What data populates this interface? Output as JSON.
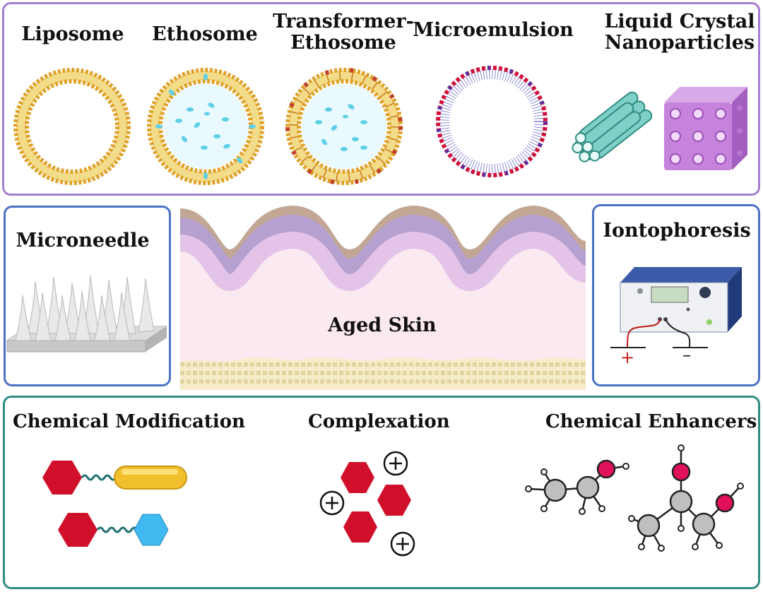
{
  "carriers": {
    "liposome": "Liposome",
    "ethosome": "Ethosome",
    "transformer_ethosome_line1": "Transformer-",
    "transformer_ethosome_line2": "Ethosome",
    "microemulsion": "Microemulsion",
    "lcn_line1": "Liquid Crystal",
    "lcn_line2": "Nanoparticles"
  },
  "physical": {
    "microneedle": "Microneedle",
    "skin": "Aged Skin",
    "iontophoresis": "Iontophoresis",
    "plus_sign": "+",
    "minus_sign": "–"
  },
  "chemical": {
    "modification": "Chemical Modification",
    "complexation": "Complexation",
    "enhancers": "Chemical Enhancers"
  },
  "colors": {
    "carrier_border": "#a47fd1",
    "physical_border": "#4a72c4",
    "chemical_border": "#2f8c82",
    "lipid_orange": "#e0a128",
    "hexagon_red": "#d0102a",
    "hexagon_blue": "#3fb9f0",
    "hydroxyl_pink": "#e0105a"
  }
}
